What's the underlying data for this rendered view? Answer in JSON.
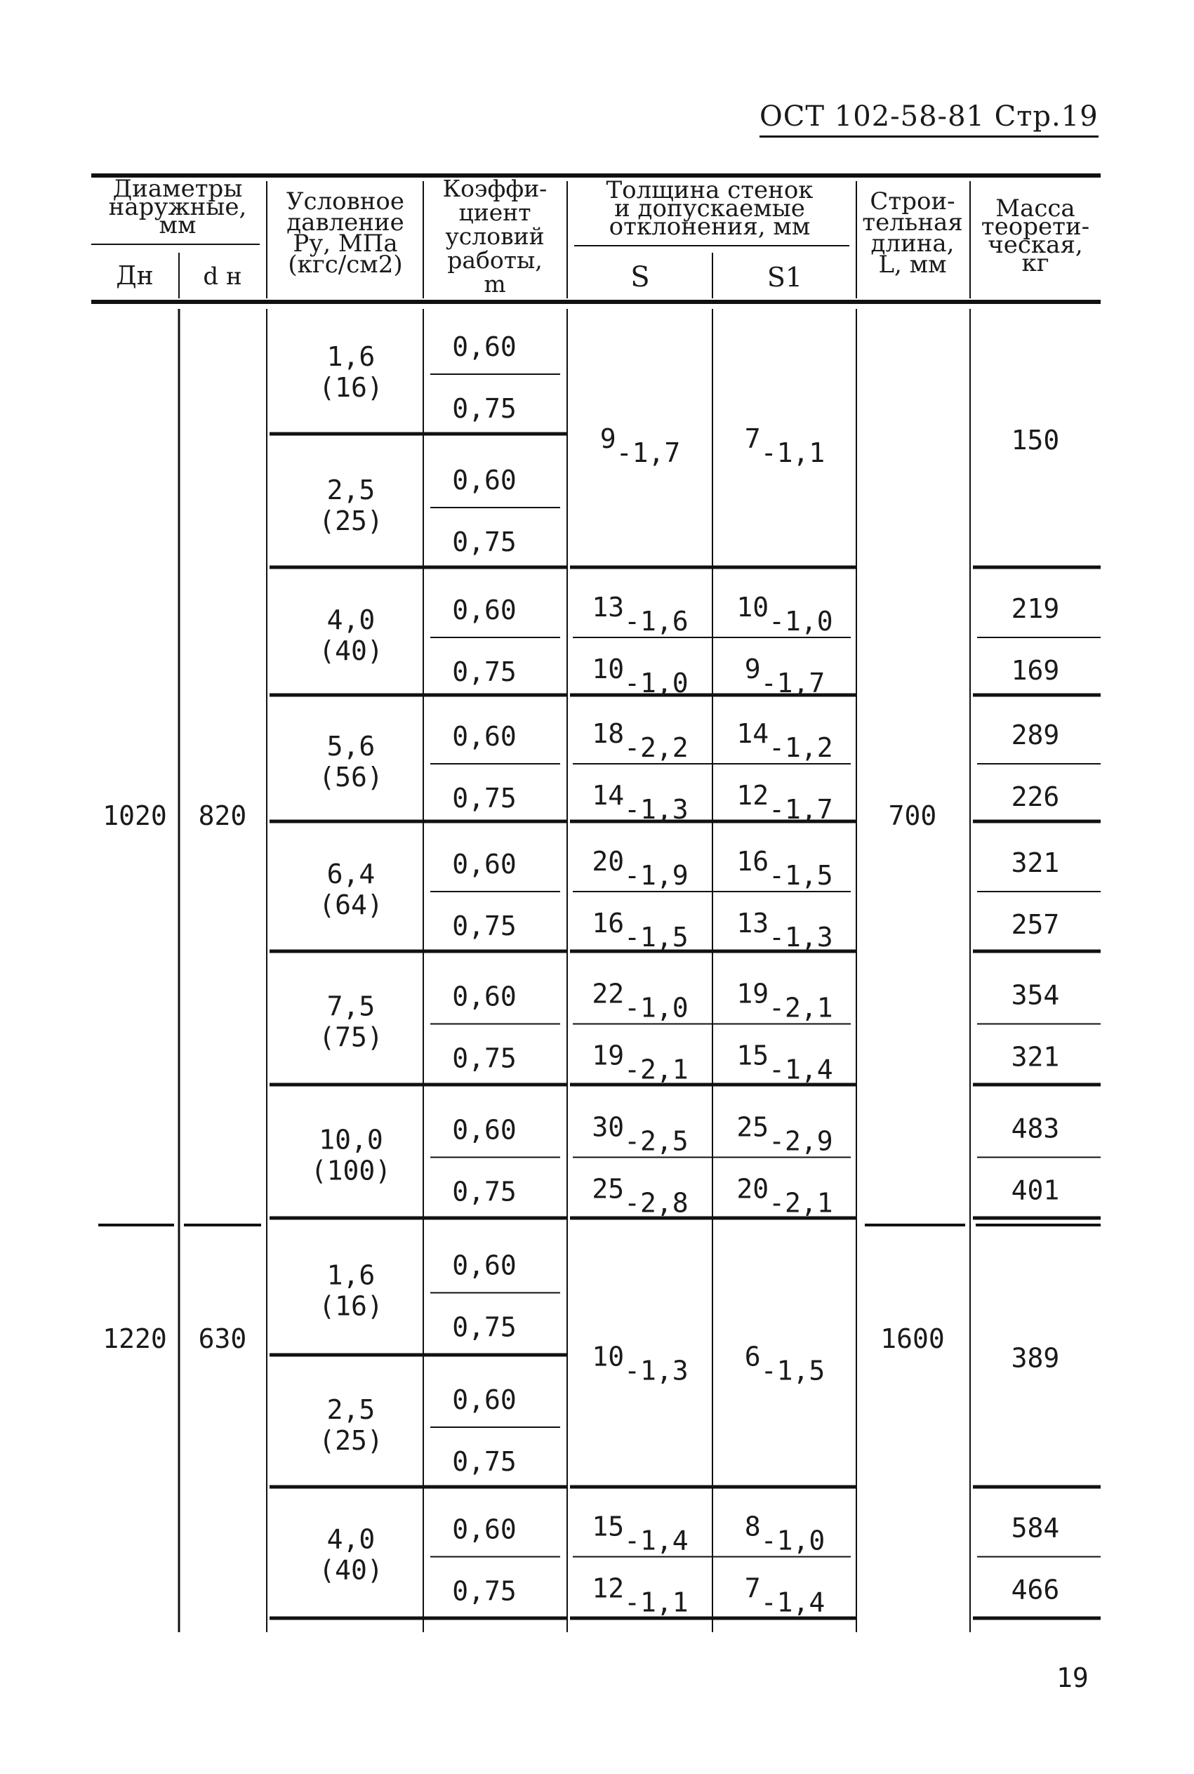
{
  "header": {
    "doc_code": "ОСТ 102-58-81 Стр.19"
  },
  "footer": {
    "page_number": "19"
  },
  "table": {
    "head": {
      "diam_title": [
        "Диаметры",
        "наружные,",
        "мм"
      ],
      "dn": "Дн",
      "dn2": "d н",
      "pressure": [
        "Условное",
        "давление",
        "Ру, МПа",
        "(кгс/см2)"
      ],
      "coef": [
        "Коэффи-",
        "циент",
        "условий",
        "работы,",
        "m"
      ],
      "thick_title": [
        "Толщина стенок",
        "и допускаемые",
        "отклонения, мм"
      ],
      "s": "S",
      "s1": "S1",
      "length": [
        "Строи-",
        "тельная",
        "длина,",
        "L, мм"
      ],
      "mass": [
        "Масса",
        "теорети-",
        "ческая,",
        "кг"
      ]
    },
    "diameters": [
      {
        "dn": "1020",
        "dn2": "820",
        "length": "700"
      },
      {
        "dn": "1220",
        "dn2": "630",
        "length": "1600"
      }
    ],
    "rows": [
      {
        "pressure": [
          "1,6",
          "(16)"
        ],
        "coef": [
          "0,60",
          "0,75"
        ]
      },
      {
        "pressure": [
          "2,5",
          "(25)"
        ],
        "coef": [
          "0,60",
          "0,75"
        ]
      },
      {
        "pressure": [
          "4,0",
          "(40)"
        ],
        "coef": [
          "0,60",
          "0,75"
        ]
      },
      {
        "pressure": [
          "5,6",
          "(56)"
        ],
        "coef": [
          "0,60",
          "0,75"
        ]
      },
      {
        "pressure": [
          "6,4",
          "(64)"
        ],
        "coef": [
          "0,60",
          "0,75"
        ]
      },
      {
        "pressure": [
          "7,5",
          "(75)"
        ],
        "coef": [
          "0,60",
          "0,75"
        ]
      },
      {
        "pressure": [
          "10,0",
          "(100)"
        ],
        "coef": [
          "0,60",
          "0,75"
        ]
      },
      {
        "pressure": [
          "1,6",
          "(16)"
        ],
        "coef": [
          "0,60",
          "0,75"
        ]
      },
      {
        "pressure": [
          "2,5",
          "(25)"
        ],
        "coef": [
          "0,60",
          "0,75"
        ]
      },
      {
        "pressure": [
          "4,0",
          "(40)"
        ],
        "coef": [
          "0,60",
          "0,75"
        ]
      }
    ],
    "thickness": [
      {
        "s": [
          {
            "base": "9",
            "dev": "-1,7"
          }
        ],
        "s1": [
          {
            "base": "7",
            "dev": "-1,1"
          }
        ],
        "mass": [
          "150"
        ]
      },
      {
        "s": [
          {
            "base": "13",
            "dev": "-1,6"
          },
          {
            "base": "10",
            "dev": "-1,0"
          }
        ],
        "s1": [
          {
            "base": "10",
            "dev": "-1,0"
          },
          {
            "base": "9",
            "dev": "-1,7"
          }
        ],
        "mass": [
          "219",
          "169"
        ]
      },
      {
        "s": [
          {
            "base": "18",
            "dev": "-2,2"
          },
          {
            "base": "14",
            "dev": "-1,3"
          }
        ],
        "s1": [
          {
            "base": "14",
            "dev": "-1,2"
          },
          {
            "base": "12",
            "dev": "-1,7"
          }
        ],
        "mass": [
          "289",
          "226"
        ]
      },
      {
        "s": [
          {
            "base": "20",
            "dev": "-1,9"
          },
          {
            "base": "16",
            "dev": "-1,5"
          }
        ],
        "s1": [
          {
            "base": "16",
            "dev": "-1,5"
          },
          {
            "base": "13",
            "dev": "-1,3"
          }
        ],
        "mass": [
          "321",
          "257"
        ]
      },
      {
        "s": [
          {
            "base": "22",
            "dev": "-1,0"
          },
          {
            "base": "19",
            "dev": "-2,1"
          }
        ],
        "s1": [
          {
            "base": "19",
            "dev": "-2,1"
          },
          {
            "base": "15",
            "dev": "-1,4"
          }
        ],
        "mass": [
          "354",
          "321"
        ]
      },
      {
        "s": [
          {
            "base": "30",
            "dev": "-2,5"
          },
          {
            "base": "25",
            "dev": "-2,8"
          }
        ],
        "s1": [
          {
            "base": "25",
            "dev": "-2,9"
          },
          {
            "base": "20",
            "dev": "-2,1"
          }
        ],
        "mass": [
          "483",
          "401"
        ]
      },
      {
        "s": [
          {
            "base": "10",
            "dev": "-1,3"
          }
        ],
        "s1": [
          {
            "base": "6",
            "dev": "-1,5"
          }
        ],
        "mass": [
          "389"
        ]
      },
      {
        "s": [
          {
            "base": "15",
            "dev": "-1,4"
          },
          {
            "base": "12",
            "dev": "-1,1"
          }
        ],
        "s1": [
          {
            "base": "8",
            "dev": "-1,0"
          },
          {
            "base": "7",
            "dev": "-1,4"
          }
        ],
        "mass": [
          "584",
          "466"
        ]
      }
    ]
  }
}
